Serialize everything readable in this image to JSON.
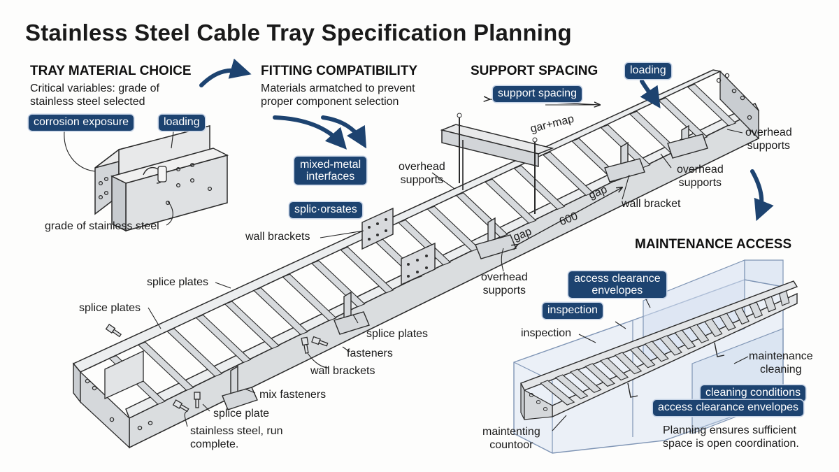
{
  "title": "Stainless Steel Cable Tray Specification Planning",
  "sections": {
    "material": {
      "heading": "TRAY MATERIAL CHOICE",
      "desc_line1": "Critical variables: grade of",
      "desc_line2": "stainless steel selected",
      "tag_corrosion": "corrosion exposure",
      "tag_loading": "loading",
      "label_grade": "grade of stainless steel"
    },
    "fitting": {
      "heading": "FITTING COMPATIBILITY",
      "desc_line1": "Materials armatched to prevent",
      "desc_line2": "proper component selection",
      "tag_mixed_line1": "mixed-metal",
      "tag_mixed_line2": "interfaces",
      "tag_splice": "splic·orsates"
    },
    "support": {
      "heading": "SUPPORT SPACING",
      "tag_loading": "loading",
      "tag_spacing": "support spacing",
      "dim_top": "gar+map",
      "dim_gap_left": "gap",
      "dim_mid": "600",
      "dim_gap_right": "gap"
    },
    "maintenance": {
      "heading": "MAINTENANCE ACCESS",
      "tag_envelopes_line1": "access clearance",
      "tag_envelopes_line2": "envelopes",
      "tag_inspection": "inspection",
      "label_inspection": "inspection",
      "label_maint_line1": "maintenance",
      "label_maint_line2": "cleaning",
      "tag_cleaning": "cleaning conditions",
      "tag_access": "access clearance envelopes",
      "label_contour_line1": "maintenting",
      "label_contour_line2": "countoor",
      "note_line1": "Planning ensures sufficient",
      "note_line2": "space is open coordination."
    }
  },
  "callouts": {
    "overhead_supports_mid": [
      "overhead",
      "supports"
    ],
    "overhead_supports_right_top": [
      "overhead",
      "supports"
    ],
    "overhead_supports_right_mid": [
      "overhead",
      "supports"
    ],
    "overhead_supports_bottom": [
      "overhead",
      "supports"
    ],
    "wall_bracket": "wall bracket",
    "wall_brackets_upper": "wall brackets",
    "wall_brackets_lower": "wall brackets",
    "splice_plates_a": "splice plates",
    "splice_plates_b": "splice plates",
    "splice_plates_c": "splice plates",
    "splice_plate": "splice plate",
    "fasteners": "fasteners",
    "mix_fasteners": "mix fasteners",
    "run_line1": "stainless steel, run",
    "run_line2": "complete."
  },
  "colors": {
    "accent_navy": "#1d4370",
    "steel_light": "#e4e6e8",
    "steel_mid": "#c9cdd1",
    "outline": "#2a2a2a",
    "envelope_fill": "#dce6f3",
    "envelope_stroke": "#7f95b5"
  }
}
